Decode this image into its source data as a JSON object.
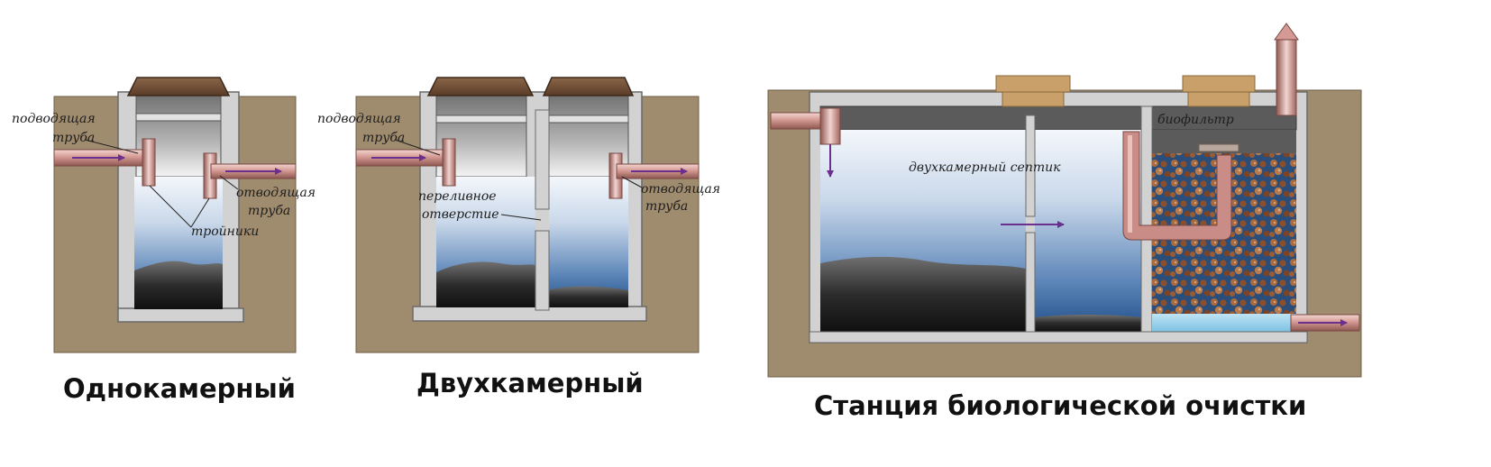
{
  "colors": {
    "soil": "#9f8b6d",
    "concrete": "#cfcfcf",
    "dark_slab": "#5b5b5b",
    "lid": "#7a563d",
    "hatch": "#caa06a",
    "pipe": "#c98c86",
    "arrow": "#6b2f8f",
    "water_top": "#f2f6fb",
    "water_bottom": "#2a5f9c",
    "sludge": "#1a1a1a",
    "caption": "#111111"
  },
  "panels": {
    "single": {
      "caption": "Однокамерный",
      "labels": {
        "inlet_1": "подводящая",
        "inlet_2": "труба",
        "outlet_1": "отводящая",
        "outlet_2": "труба",
        "tees": "тройники"
      }
    },
    "double": {
      "caption": "Двухкамерный",
      "labels": {
        "inlet_1": "подводящая",
        "inlet_2": "труба",
        "overflow_1": "переливное",
        "overflow_2": "отверстие",
        "outlet_1": "отводящая",
        "outlet_2": "труба"
      }
    },
    "station": {
      "caption": "Станция биологической очистки",
      "labels": {
        "septic": "двухкамерный септик",
        "biofilter": "биофильтр"
      }
    }
  }
}
